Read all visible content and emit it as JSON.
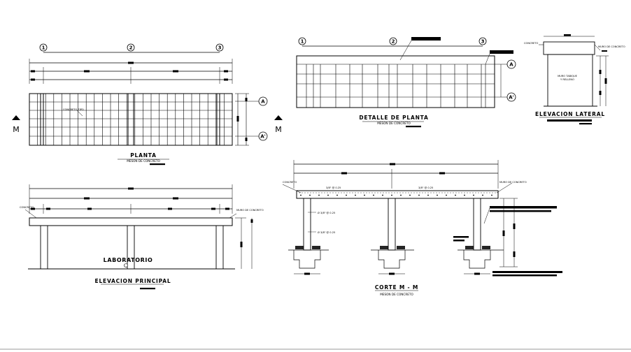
{
  "views": {
    "planta": {
      "title": "PLANTA",
      "subtitle": "MESON DE CONCRETO",
      "axes_top": [
        "1",
        "2",
        "3"
      ],
      "axes_right": [
        "A",
        "A'"
      ],
      "section_marker": "M",
      "note": "CONCRETO TIPO"
    },
    "detalle": {
      "title": "DETALLE DE PLANTA",
      "subtitle": "MESON DE CONCRETO",
      "axes_top": [
        "1",
        "2",
        "3"
      ],
      "axes_right": [
        "A",
        "A'"
      ]
    },
    "lateral": {
      "title": "ELEVACION LATERAL",
      "label": "MURO TABIQUE",
      "label2": "Y RELLENO",
      "note_left": "CONCRETO",
      "note_right": "MURO DE CONCRETO"
    },
    "principal": {
      "title": "ELEVACION PRINCIPAL",
      "room_label": "LABORATORIO",
      "note_left": "CONCRETO",
      "note_right": "MURO DE CONCRETO"
    },
    "corte": {
      "title": "CORTE M - M",
      "subtitle": "MESON DE CONCRETO",
      "rebar_1": "3/8\" @ 0.25",
      "rebar_2": "3/8\" @ 0.25",
      "rebar_3": "Ø 3/8\" @ 0.25",
      "rebar_4": "Ø 3/8\" @ 0.25",
      "note_left": "CONCRETO",
      "note_right": "MURO DE CONCRETO"
    }
  }
}
